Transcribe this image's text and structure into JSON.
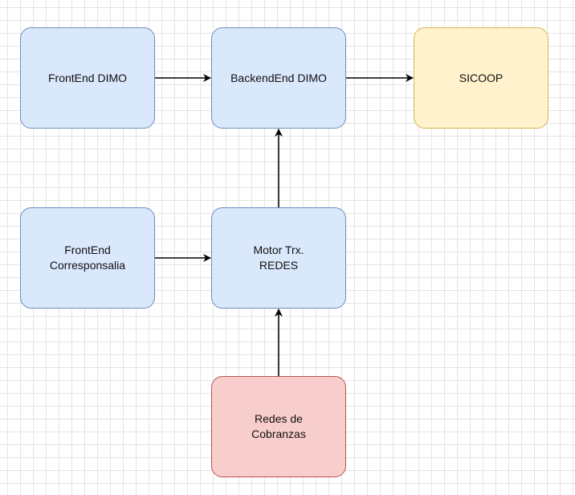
{
  "nodes": {
    "frontend_dimo": "FrontEnd DIMO",
    "backend_dimo": "BackendEnd DIMO",
    "sicoop": "SICOOP",
    "frontend_corresponsalia": "FrontEnd\nCorresponsalia",
    "motor_trx": "Motor Trx.\nREDES",
    "redes_cobranzas": "Redes de\nCobranzas"
  },
  "colors": {
    "blue_fill": "#dae8fc",
    "blue_stroke": "#6c8ebf",
    "yellow_fill": "#fff2cc",
    "yellow_stroke": "#d6b656",
    "red_fill": "#f8cecc",
    "red_stroke": "#b85450",
    "edge": "#000000",
    "grid": "#e4e4e4"
  },
  "edges": [
    {
      "from": "frontend_dimo",
      "to": "backend_dimo"
    },
    {
      "from": "backend_dimo",
      "to": "sicoop"
    },
    {
      "from": "frontend_corresponsalia",
      "to": "motor_trx"
    },
    {
      "from": "motor_trx",
      "to": "backend_dimo"
    },
    {
      "from": "redes_cobranzas",
      "to": "motor_trx"
    }
  ]
}
